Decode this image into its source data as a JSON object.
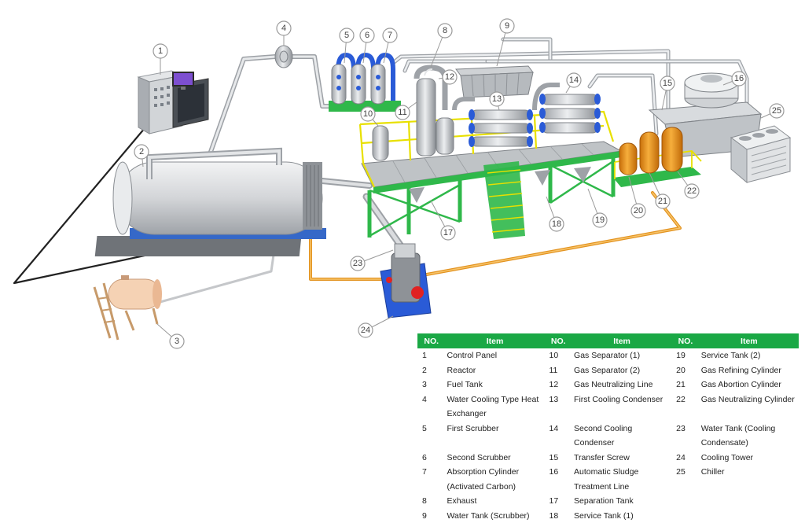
{
  "legend": {
    "headers": [
      "NO.",
      "Item",
      "NO.",
      "Item",
      "NO.",
      "Item"
    ],
    "rows": [
      [
        "1",
        "Control Panel",
        "10",
        "Gas Separator (1)",
        "19",
        "Service Tank (2)"
      ],
      [
        "2",
        "Reactor",
        "11",
        "Gas Separator (2)",
        "20",
        "Gas Refining Cylinder"
      ],
      [
        "3",
        "Fuel Tank",
        "12",
        "Gas Neutralizing Line",
        "21",
        "Gas Abortion Cylinder"
      ],
      [
        "4",
        "Water Cooling Type Heat Exchanger",
        "13",
        "First Cooling Condenser",
        "22",
        "Gas Neutralizing Cylinder"
      ],
      [
        "5",
        "First Scrubber",
        "14",
        "Second Cooling Condenser",
        "23",
        "Water Tank (Cooling Condensate)"
      ],
      [
        "6",
        "Second Scrubber",
        "15",
        "Transfer Screw",
        "24",
        "Cooling Tower"
      ],
      [
        "7",
        "Absorption Cylinder (Activated Carbon)",
        "16",
        "Automatic Sludge Treatment Line",
        "25",
        "Chiller"
      ],
      [
        "8",
        "Exhaust",
        "17",
        "Separation Tank",
        "",
        ""
      ],
      [
        "9",
        "Water Tank (Scrubber)",
        "18",
        "Service Tank (1)",
        "",
        ""
      ]
    ]
  },
  "callouts": [
    "1",
    "2",
    "3",
    "4",
    "5",
    "6",
    "7",
    "8",
    "9",
    "10",
    "11",
    "12",
    "13",
    "14",
    "15",
    "16",
    "17",
    "18",
    "19",
    "20",
    "21",
    "22",
    "23",
    "24",
    "25"
  ],
  "colors": {
    "header_green": "#1aa845",
    "platform_green": "#2fb84a",
    "railing_yellow": "#e8e000",
    "scrubber_blue": "#2a5bd7",
    "cylinder_orange": "#f0961e",
    "pipe_orange": "#f0a530",
    "reactor_grey": "#d6d8da",
    "reactor_band_blue": "#3568c8"
  }
}
